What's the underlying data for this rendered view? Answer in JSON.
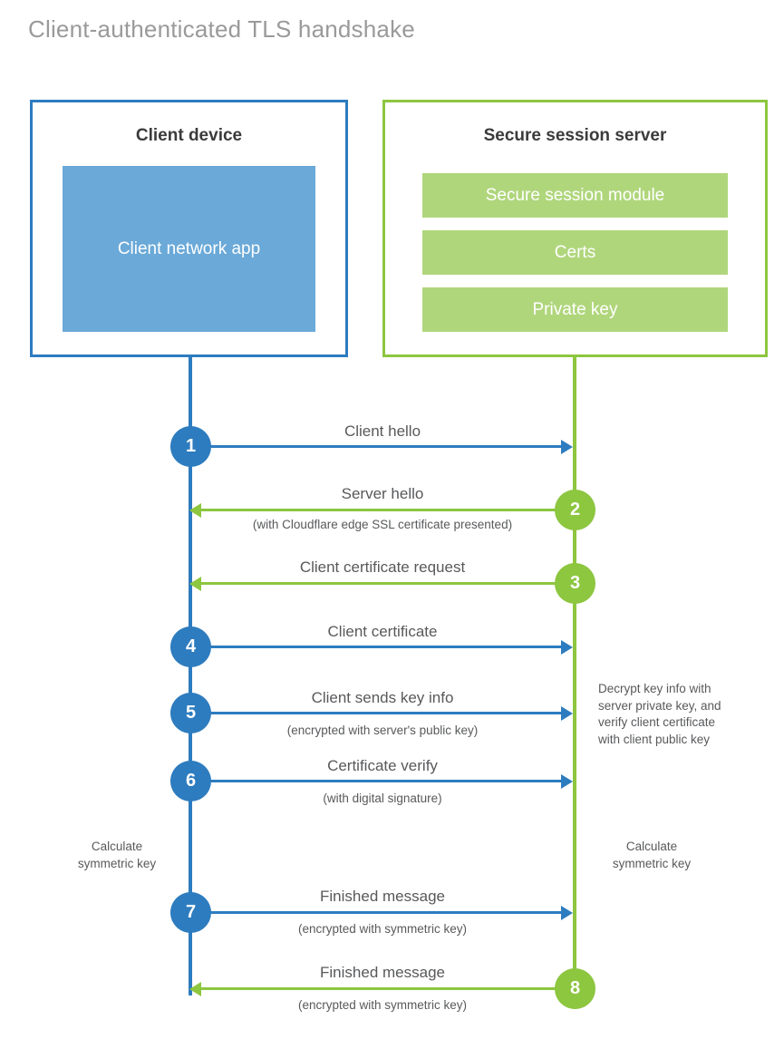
{
  "title": "Client-authenticated TLS handshake",
  "colors": {
    "blue": "#2d7cbf",
    "blue_fill": "#6aa9d8",
    "green": "#8dc63f",
    "green_fill": "#b0d67c",
    "text": "#58595b",
    "title": "#9a9a9a",
    "heading": "#3b3b3d"
  },
  "client": {
    "title": "Client device",
    "app_label": "Client network app"
  },
  "server": {
    "title": "Secure session server",
    "bars": [
      {
        "label": "Secure session module"
      },
      {
        "label": "Certs"
      },
      {
        "label": "Private key"
      }
    ]
  },
  "steps": [
    {
      "number": "1",
      "label": "Client hello",
      "sublabel": "",
      "direction": "right",
      "color": "blue"
    },
    {
      "number": "2",
      "label": "Server hello",
      "sublabel": "(with Cloudflare edge SSL certificate presented)",
      "direction": "left",
      "color": "green"
    },
    {
      "number": "3",
      "label": "Client certificate request",
      "sublabel": "",
      "direction": "left",
      "color": "green"
    },
    {
      "number": "4",
      "label": "Client certificate",
      "sublabel": "",
      "direction": "right",
      "color": "blue"
    },
    {
      "number": "5",
      "label": "Client sends key info",
      "sublabel": "(encrypted with server's public key)",
      "direction": "right",
      "color": "blue"
    },
    {
      "number": "6",
      "label": "Certificate verify",
      "sublabel": "(with digital signature)",
      "direction": "right",
      "color": "blue"
    },
    {
      "number": "7",
      "label": "Finished message",
      "sublabel": "(encrypted with symmetric key)",
      "direction": "right",
      "color": "blue"
    },
    {
      "number": "8",
      "label": "Finished message",
      "sublabel": "(encrypted with symmetric key)",
      "direction": "left",
      "color": "green"
    }
  ],
  "notes": {
    "server_decrypt": "Decrypt key info with server private key, and verify client certificate with client public key",
    "server_decrypt_lines": [
      "Decrypt key info with",
      "server private key, and",
      "verify client certificate",
      "with client public key"
    ],
    "client_calc": "Calculate symmetric key",
    "client_calc_lines": [
      "Calculate",
      "symmetric key"
    ],
    "server_calc": "Calculate symmetric key",
    "server_calc_lines": [
      "Calculate",
      "symmetric key"
    ]
  }
}
